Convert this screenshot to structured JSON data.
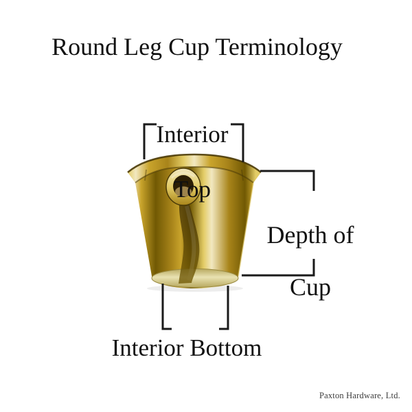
{
  "title": "Round Leg Cup Terminology",
  "labels": {
    "interior_top_line1": "Interior",
    "interior_top_line2": "Top",
    "depth_line1": "Depth of",
    "depth_line2": "Cup",
    "interior_bottom": "Interior Bottom"
  },
  "footer": "Paxton Hardware, Ltd.",
  "colors": {
    "background": "#ffffff",
    "text": "#111111",
    "line": "#1a1a1a",
    "footer_text": "#3c3c3c",
    "brass_highlight": "#f2e8c0",
    "brass_light": "#e3cc66",
    "brass_gold": "#c9a42c",
    "brass_mid": "#a8841a",
    "brass_dark": "#715903",
    "brass_deep": "#4a3a08",
    "seam_brown": "#3f2e04",
    "hole_dark": "#2c1e04",
    "hole_reflection": "#b39759",
    "bottom_band": "#e9e2b2",
    "bottom_band_edge": "#b8a960"
  }
}
